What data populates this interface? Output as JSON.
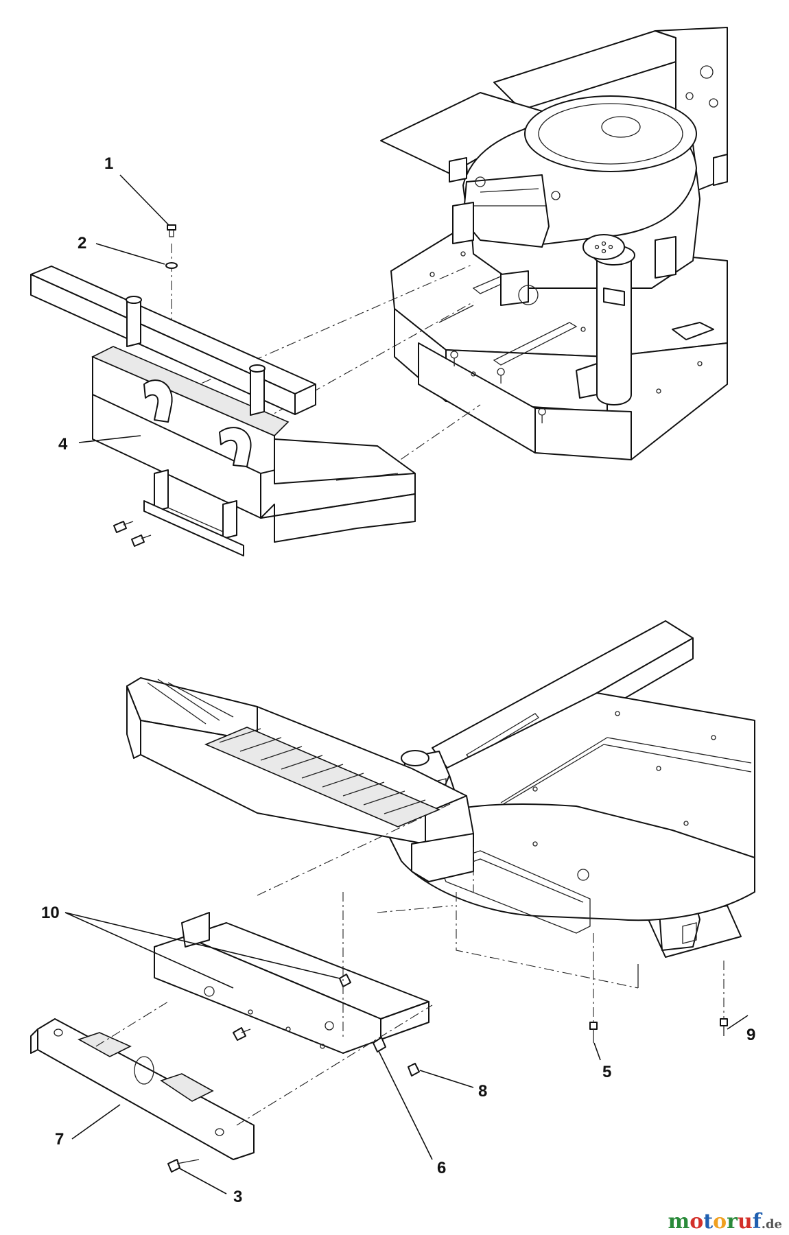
{
  "callouts": [
    {
      "id": "c1",
      "label": "1"
    },
    {
      "id": "c2",
      "label": "2"
    },
    {
      "id": "c4",
      "label": "4"
    },
    {
      "id": "c10",
      "label": "10"
    },
    {
      "id": "c5",
      "label": "5"
    },
    {
      "id": "c9",
      "label": "9"
    },
    {
      "id": "c8",
      "label": "8"
    },
    {
      "id": "c7",
      "label": "7"
    },
    {
      "id": "c6",
      "label": "6"
    },
    {
      "id": "c3",
      "label": "3"
    }
  ],
  "watermark": {
    "text": "motoruf",
    "suffix": ".de",
    "colors": [
      "#2a8a3a",
      "#d3302a",
      "#1f5fb0",
      "#f0a020"
    ]
  },
  "stroke_color": "#111111",
  "background_color": "#ffffff"
}
